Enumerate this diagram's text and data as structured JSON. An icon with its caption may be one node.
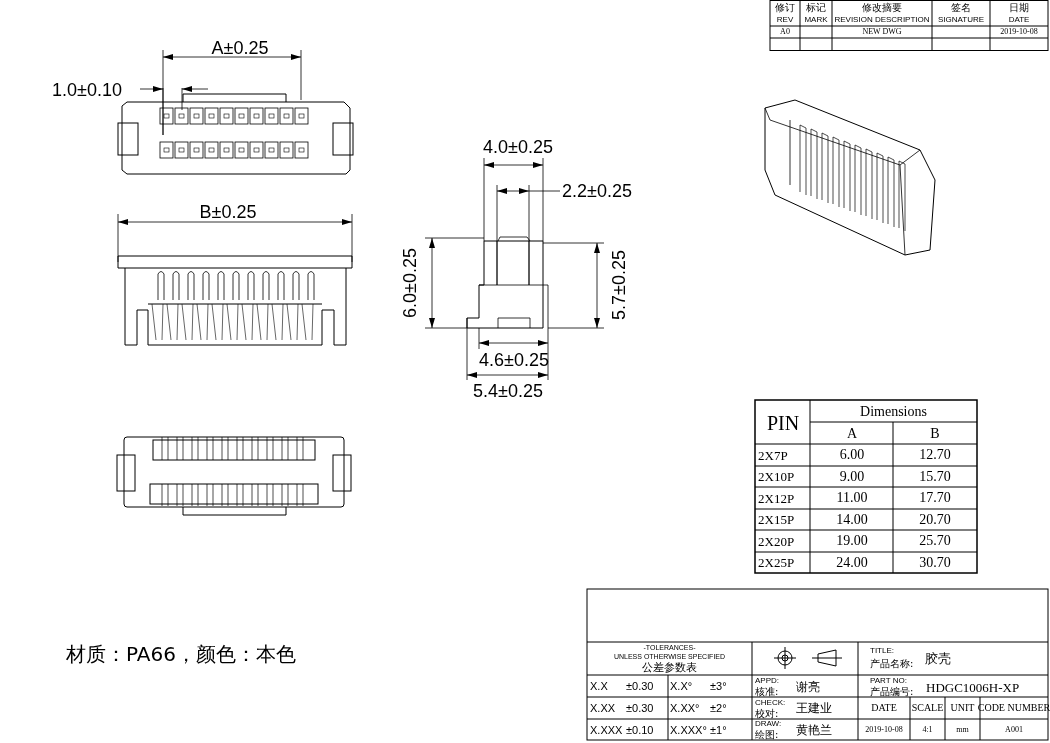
{
  "diagram": {
    "labels": [
      "修订",
      "REV",
      "标记",
      "MARK",
      "修改摘要",
      "REVISION DESCRIPTION",
      "签名",
      "SIGNATURE",
      "日期",
      "DATE",
      "A0",
      "NEW DWG",
      "2019-10-08",
      "A±0.25",
      "1.0±0.10",
      "4.0±0.25",
      "2.2±0.25",
      "B±0.25",
      "6.0±0.25",
      "5.7±0.25",
      "4.6±0.25",
      "5.4±0.25",
      "PIN",
      "Dimensions",
      "A",
      "B",
      "2X7P",
      "6.00",
      "12.70",
      "2X10P",
      "9.00",
      "15.70",
      "2X12P",
      "11.00",
      "17.70",
      "2X15P",
      "14.00",
      "20.70",
      "2X20P",
      "19.00",
      "25.70",
      "2X25P",
      "24.00",
      "30.70",
      "材质：PA66，颜色：本色",
      "-TOLERANCES-",
      "UNLESS OTHERWISE SPECIFIED",
      "公差参数表",
      "TITLE:",
      "产品名称:",
      "胶壳",
      "X.X",
      "±0.30",
      "X.X°",
      "±3°",
      "APPD:",
      "核准:",
      "谢亮",
      "PART NO:",
      "产品编号:",
      "HDGC1006H-XP",
      "X.XX",
      "±0.30",
      "X.XX°",
      "±2°",
      "CHECK:",
      "校对:",
      "王建业",
      "DATE",
      "SCALE",
      "UNIT",
      "CODE NUMBER",
      "X.XXX",
      "±0.10",
      "X.XXX°",
      "±1°",
      "DRAW:",
      "绘图:",
      "黄艳兰",
      "2019-10-08",
      "4:1",
      "mm",
      "A001"
    ]
  }
}
